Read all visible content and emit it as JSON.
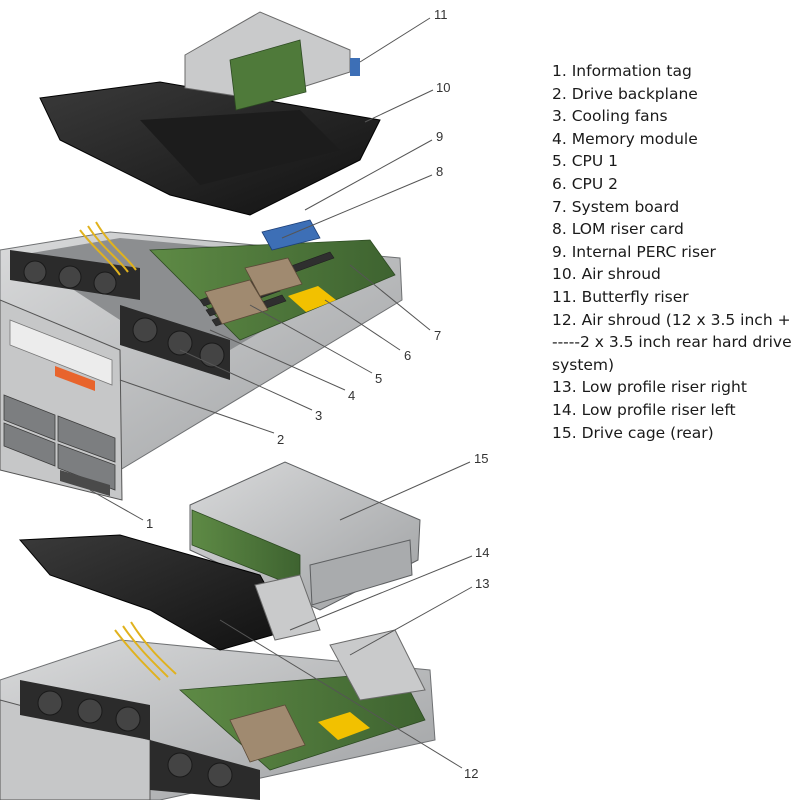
{
  "diagram": {
    "callouts": [
      "1",
      "2",
      "3",
      "4",
      "5",
      "6",
      "7",
      "8",
      "9",
      "10",
      "11",
      "12",
      "13",
      "14",
      "15"
    ]
  },
  "legend": {
    "items": [
      "1. Information tag",
      "2. Drive backplane",
      "3. Cooling fans",
      "4. Memory module",
      "5. CPU 1",
      "6. CPU 2",
      "7. System board",
      "8. LOM riser card",
      "9. Internal PERC riser",
      "10. Air shroud",
      "11. Butterfly riser",
      "12. Air shroud (12 x 3.5 inch + -----2 x 3.5 inch rear hard drive system)",
      "13. Low profile riser right",
      "14. Low profile riser left",
      "15. Drive cage (rear)"
    ]
  },
  "colors": {
    "chassis": "#b9bbbd",
    "chassis_dark": "#6f7173",
    "shroud": "#262626",
    "board_green": "#4f7a3a",
    "heatsink": "#a08a70",
    "memory_yellow": "#f2c100",
    "tag_orange": "#e8642c",
    "riser_blue": "#3d6fb6"
  }
}
